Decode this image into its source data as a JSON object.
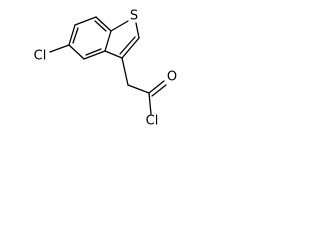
{
  "molecule": {
    "atoms": {
      "sulfur": "S",
      "chlorine_ring": "Cl",
      "oxygen": "O",
      "chlorine_acyl": "Cl"
    }
  }
}
